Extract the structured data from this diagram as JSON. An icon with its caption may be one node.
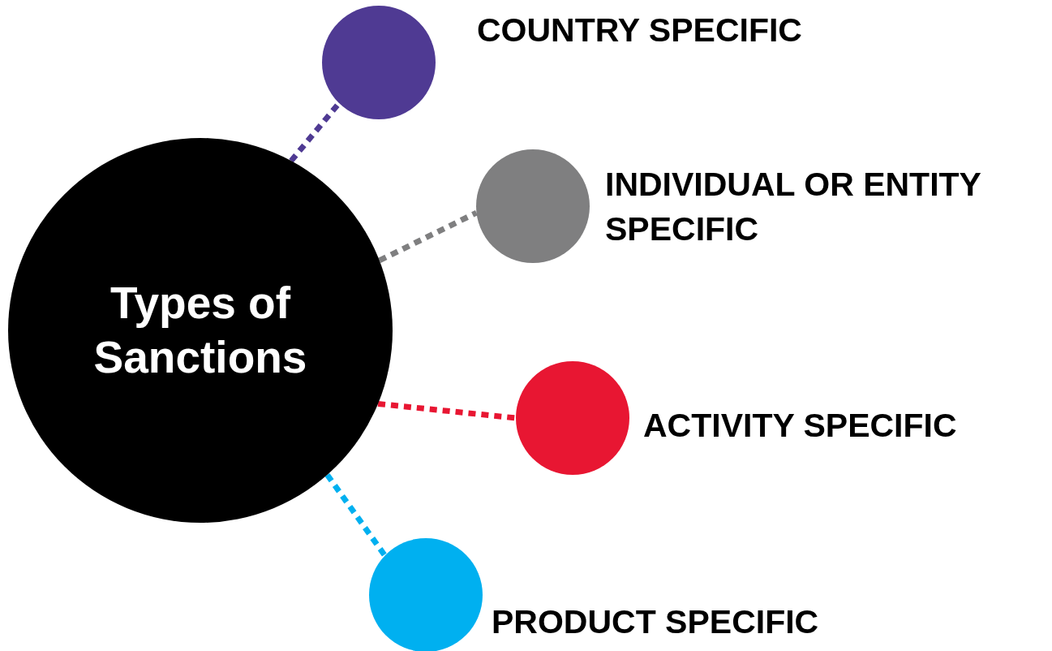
{
  "diagram": {
    "nodes": [
      {
        "text": [
          "Types of Sanctions"
        ]
      },
      {
        "text": [
          "COUNTRY SPECIFIC"
        ]
      },
      {
        "text": [
          "INDIVIDUAL OR ENTITY SPECIFIC"
        ]
      },
      {
        "text": [
          "ACTIVITY SPECIFIC"
        ]
      },
      {
        "text": [
          "PRODUCT SPECIFIC"
        ]
      }
    ],
    "edges": [
      {
        "from": 0,
        "to": 1,
        "arrow": "none",
        "style": "dashed",
        "color": "#4f3a93"
      },
      {
        "from": 0,
        "to": 2,
        "arrow": "none",
        "style": "dashed",
        "color": "#7f7f80"
      },
      {
        "from": 0,
        "to": 3,
        "arrow": "none",
        "style": "dashed",
        "color": "#e81632"
      },
      {
        "from": 0,
        "to": 4,
        "arrow": "none",
        "style": "dashed",
        "color": "#00b0f0"
      }
    ]
  }
}
